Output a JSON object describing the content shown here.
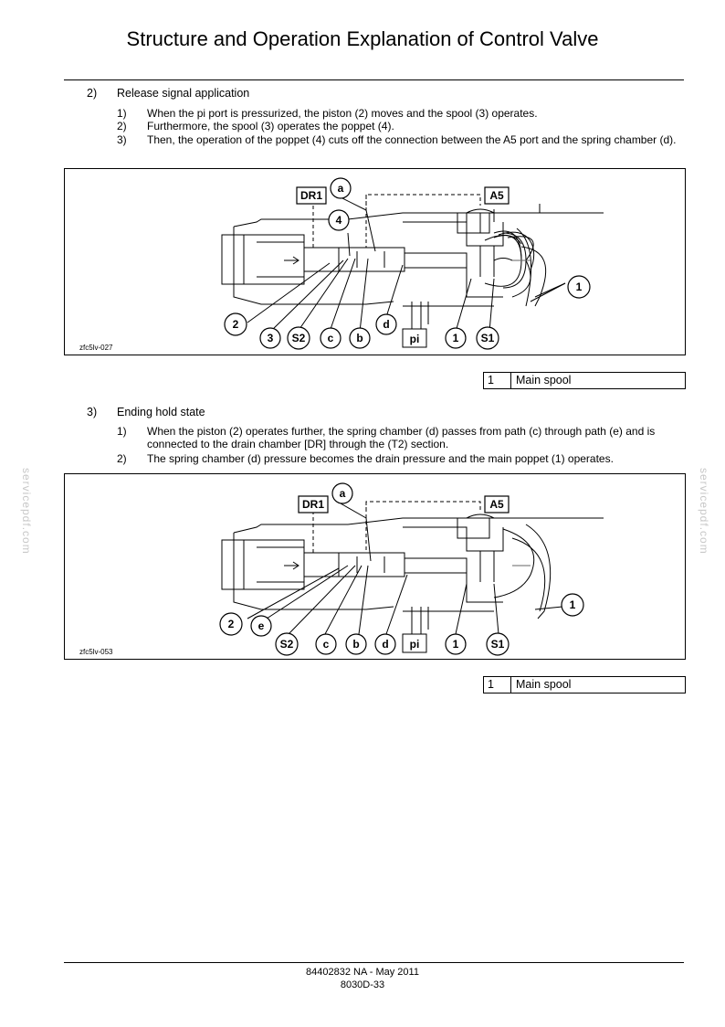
{
  "header": {
    "title": "Structure and Operation Explanation of Control Valve"
  },
  "sections": [
    {
      "number": "2)",
      "heading": "Release signal application",
      "steps": [
        {
          "n": "1)",
          "text": "When the pi port is pressurized, the piston (2) moves and the spool (3) operates."
        },
        {
          "n": "2)",
          "text": "Furthermore, the spool (3) operates the poppet (4)."
        },
        {
          "n": "3)",
          "text": "Then, the operation of the poppet (4) cuts off the connection between the A5 port and the spring chamber (d)."
        }
      ],
      "figure": {
        "id": "zfc5lv-027",
        "labels": {
          "dr1": "DR1",
          "a5": "A5",
          "pi": "pi",
          "a": "a",
          "four": "4",
          "one": "1",
          "two": "2",
          "three": "3",
          "s2": "S2",
          "c": "c",
          "b": "b",
          "d": "d",
          "one_b": "1",
          "s1": "S1"
        }
      },
      "legend": {
        "key": "1",
        "value": "Main spool"
      }
    },
    {
      "number": "3)",
      "heading": "Ending hold state",
      "steps": [
        {
          "n": "1)",
          "text": "When the piston (2) operates further, the spring chamber (d) passes from path (c) through path (e) and is connected to the drain chamber [DR] through the (T2) section."
        },
        {
          "n": "2)",
          "text": "The spring chamber (d) pressure becomes the drain pressure and the main poppet (1) operates."
        }
      ],
      "figure": {
        "id": "zfc5lv-053",
        "labels": {
          "dr1": "DR1",
          "a5": "A5",
          "pi": "pi",
          "a": "a",
          "one": "1",
          "two": "2",
          "e": "e",
          "s2": "S2",
          "c": "c",
          "b": "b",
          "d": "d",
          "one_b": "1",
          "s1": "S1"
        }
      },
      "legend": {
        "key": "1",
        "value": "Main spool"
      }
    }
  ],
  "footer": {
    "line1": "84402832 NA - May 2011",
    "line2": "8030D-33"
  },
  "watermark": "servicepdf.com"
}
